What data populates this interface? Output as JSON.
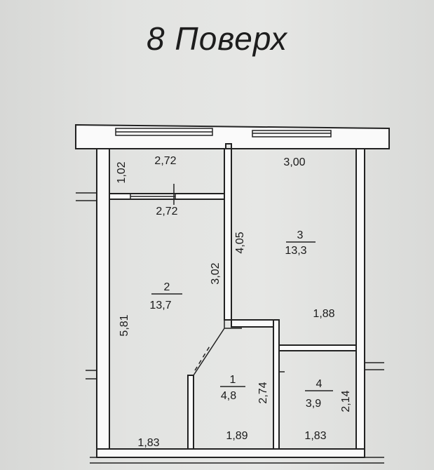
{
  "title": "8 Поверх",
  "rooms": [
    {
      "number": "1",
      "area": "4,8"
    },
    {
      "number": "2",
      "area": "13,7"
    },
    {
      "number": "3",
      "area": "13,3"
    },
    {
      "number": "4",
      "area": "3,9"
    }
  ],
  "dimensions": {
    "balcony_width_top": "2,72",
    "balcony_depth": "1,02",
    "room2_top_width": "2,72",
    "room2_height": "5,81",
    "room2_right": "3,02",
    "room2_bottom": "1,83",
    "room3_top_width": "3,00",
    "room3_height": "4,05",
    "room3_right_lower": "1,88",
    "hall_bottom": "1,89",
    "hall_height": "2,74",
    "bath_height": "2,14",
    "bath_bottom": "1,83"
  }
}
